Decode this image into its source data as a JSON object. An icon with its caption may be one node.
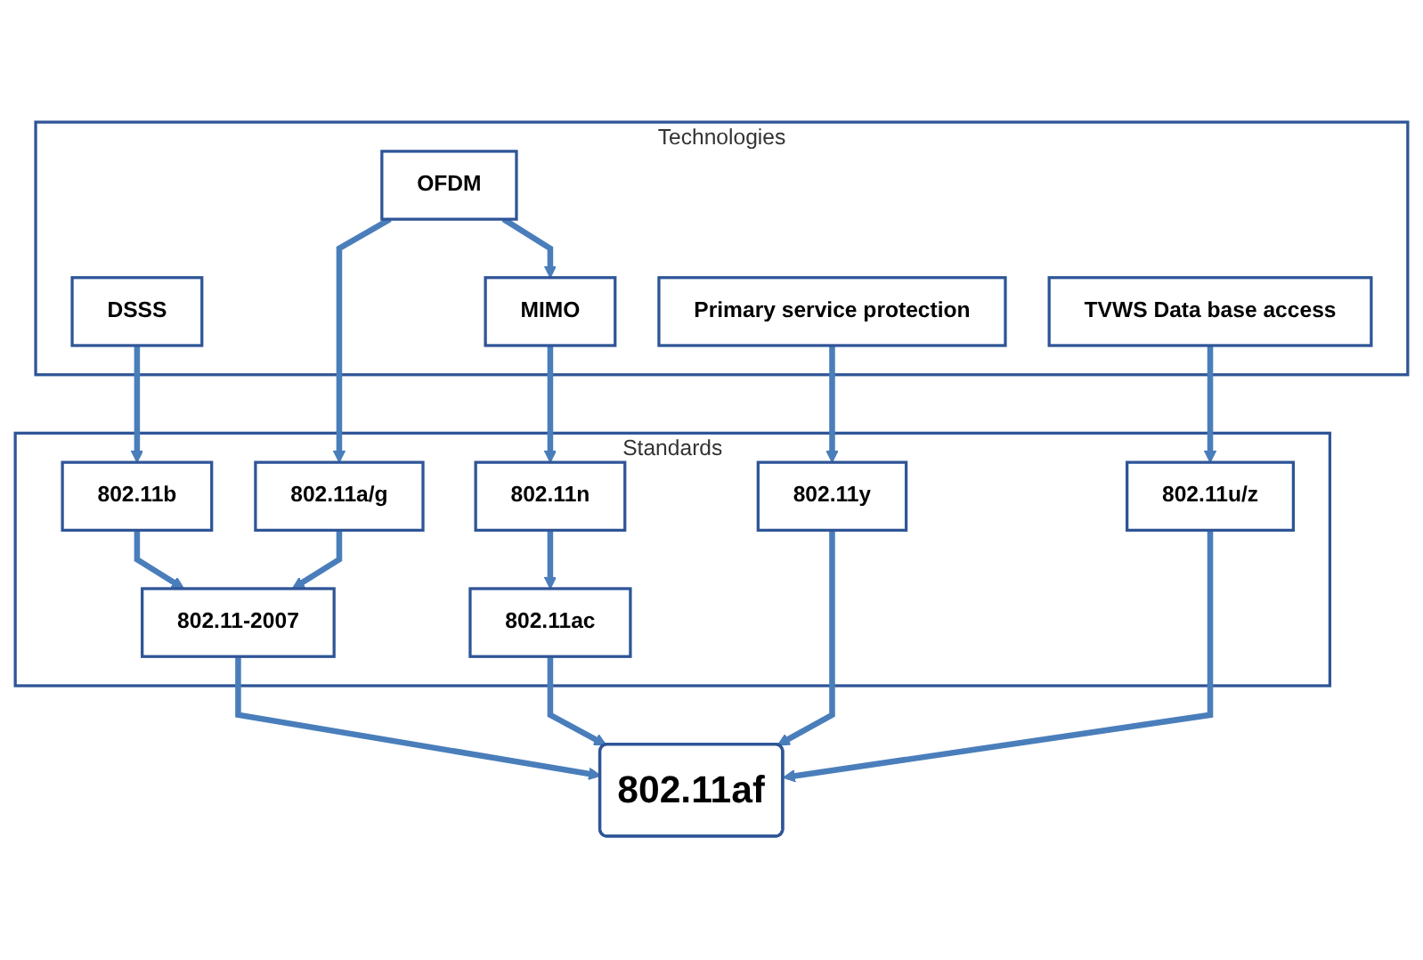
{
  "diagram": {
    "nodes": [
      {
        "text": [
          "Technologies"
        ]
      },
      {
        "text": [
          "DSSS"
        ],
        "in": 0
      },
      {
        "text": [
          "OFDM"
        ],
        "in": 0
      },
      {
        "text": [
          "MIMO"
        ],
        "in": 0
      },
      {
        "text": [
          "Primary service protection"
        ],
        "in": 0
      },
      {
        "text": [
          "TVWS Data base access"
        ],
        "in": 0
      },
      {
        "text": [
          "Standards"
        ]
      },
      {
        "text": [
          "802.11b"
        ],
        "in": 6
      },
      {
        "text": [
          "802.11a/g"
        ],
        "in": 6
      },
      {
        "text": [
          "802.11n"
        ],
        "in": 6
      },
      {
        "text": [
          "802.11y"
        ],
        "in": 6
      },
      {
        "text": [
          "802.11-2007"
        ],
        "in": 6
      },
      {
        "text": [
          "802.11ac"
        ],
        "in": 6
      },
      {
        "text": [
          "802.11u/z"
        ],
        "in": 6
      },
      {
        "text": [
          "802.11af"
        ]
      }
    ],
    "edges": [
      {
        "from": 1,
        "to": 7,
        "arrow": "to"
      },
      {
        "from": 2,
        "to": 8,
        "arrow": "to"
      },
      {
        "from": 2,
        "to": 3,
        "arrow": "to"
      },
      {
        "from": 3,
        "to": 9,
        "arrow": "to"
      },
      {
        "from": 4,
        "to": 10,
        "arrow": "to"
      },
      {
        "from": 5,
        "to": 13,
        "arrow": "to"
      },
      {
        "from": 7,
        "to": 11,
        "arrow": "to"
      },
      {
        "from": 8,
        "to": 11,
        "arrow": "to"
      },
      {
        "from": 9,
        "to": 12,
        "arrow": "to"
      },
      {
        "from": 11,
        "to": 14,
        "arrow": "to"
      },
      {
        "from": 12,
        "to": 14,
        "arrow": "to"
      },
      {
        "from": 10,
        "to": 14,
        "arrow": "to"
      },
      {
        "from": 13,
        "to": 14,
        "arrow": "to"
      }
    ]
  }
}
